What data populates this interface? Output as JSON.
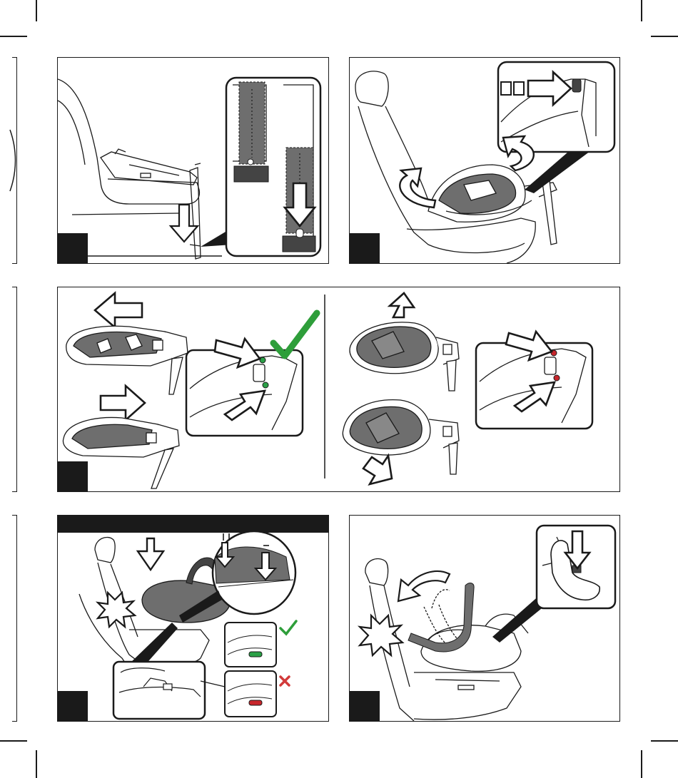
{
  "document": {
    "type": "installation-instructions",
    "colors": {
      "ink": "#1a1a1a",
      "gray_fill": "#6e6e6e",
      "dark_fill": "#444444",
      "correct": "#2e9e3a",
      "incorrect": "#d23a3a",
      "indicator_green": "#2aa046",
      "indicator_red": "#c8262c"
    },
    "panels": [
      {
        "id": "step-a",
        "icons": [
          "seat-outline",
          "base-outline",
          "down-arrow-icon",
          "support-leg-zoom"
        ]
      },
      {
        "id": "step-b",
        "icons": [
          "seat-outline",
          "rotate-arrow-icon",
          "rotate-arrow-icon",
          "release-button-zoom",
          "right-arrow-icon"
        ]
      },
      {
        "id": "step-c",
        "icons": [
          "left-arrow-icon",
          "right-arrow-icon",
          "checkmark-icon",
          "green-indicator-icon",
          "up-arrow-icon",
          "down-arrow-icon",
          "red-indicator-icon"
        ]
      },
      {
        "id": "step-d",
        "icons": [
          "down-arrow-icon",
          "click-burst-icon",
          "checkmark-icon",
          "cross-icon"
        ]
      },
      {
        "id": "step-e",
        "icons": [
          "curved-arrow-icon",
          "click-burst-icon",
          "down-arrow-icon"
        ]
      }
    ]
  }
}
